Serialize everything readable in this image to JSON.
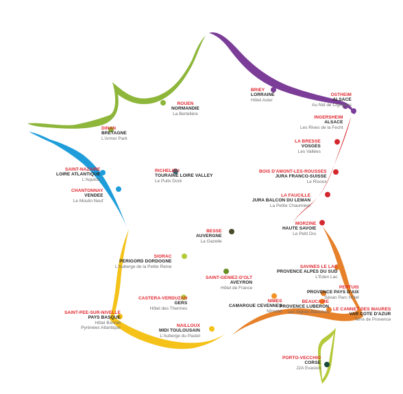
{
  "colors": {
    "green": "#8db63a",
    "purple": "#7b3d97",
    "blue": "#1f9ddb",
    "red": "#d4282f",
    "orange": "#e6812a",
    "yellow": "#f5c21a",
    "teal": "#2d6a78",
    "olive": "#6b8e23",
    "darkolive": "#4b4b2b",
    "bright_orange": "#f39324",
    "yellowgreen": "#b5c93b"
  },
  "destinations": [
    {
      "id": "rouen",
      "town": "ROUEN",
      "region": "NORMANDIE",
      "hotel": "La Bertelière",
      "dot": "#8db63a"
    },
    {
      "id": "briey",
      "town": "BRIEY",
      "region": "LORRAINE",
      "hotel": "Hôtel Aster",
      "dot": "#7b3d97"
    },
    {
      "id": "ostheim",
      "town": "OSTHEIM",
      "region": "ALSACE",
      "hotel": "Au Nid de Cigognes",
      "dot": "#7b3d97"
    },
    {
      "id": "ingersheim",
      "town": "INGERSHEIM",
      "region": "ALSACE",
      "hotel": "Les Rives de la Fecht",
      "dot": "#7b3d97"
    },
    {
      "id": "dinan",
      "town": "DINAN",
      "region": "BRETAGNE",
      "hotel": "L'Armor Park",
      "dot": "#8db63a"
    },
    {
      "id": "labresse",
      "town": "LA BRESSE",
      "region": "VOSGES",
      "hotel": "Les Vallées",
      "dot": "#d4282f"
    },
    {
      "id": "bois",
      "town": "BOIS D'AMONT-LES-ROUSSES",
      "region": "JURA FRANCO-SUISSE",
      "hotel": "Le Risoux",
      "dot": "#d4282f"
    },
    {
      "id": "saintnazaire",
      "town": "SAINT-NAZAIRE",
      "region": "LOIRE ATLANTIQUE",
      "hotel": "L'Aquilon",
      "dot": "#1f9ddb"
    },
    {
      "id": "richelieu",
      "town": "RICHELIEU",
      "region": "TOURAINE  LOIRE VALLEY",
      "hotel": "Le Puits Doré",
      "dot": "#2d6a78"
    },
    {
      "id": "lafaucille",
      "town": "LA FAUCILLE",
      "region": "JURA BALCON DU LEMAN",
      "hotel": "La Petite Chaumière",
      "dot": "#d4282f"
    },
    {
      "id": "chantonnay",
      "town": "CHANTONNAY",
      "region": "VENDEE",
      "hotel": "Le Moulin Neuf",
      "dot": "#1f9ddb"
    },
    {
      "id": "morzine",
      "town": "MORZINE",
      "region": "HAUTE SAVOIE",
      "hotel": "Le Petit Dru",
      "dot": "#d4282f"
    },
    {
      "id": "besse",
      "town": "BESSE",
      "region": "AUVERGNE",
      "hotel": "La Gazelle",
      "dot": "#4b4b2b"
    },
    {
      "id": "siorac",
      "town": "SIORAC",
      "region": "PERIGORD DORDOGNE",
      "hotel": "L'Auberge de la Petite Reine",
      "dot": "#b5c93b"
    },
    {
      "id": "savines",
      "town": "SAVINES LE LAC",
      "region": "PROVENCE ALPES DU SUD",
      "hotel": "L'Eden Lac",
      "dot": "#e6812a"
    },
    {
      "id": "saintgeniez",
      "town": "SAINT-GENIEZ-D'OLT",
      "region": "AVEYRON",
      "hotel": "Hôtel de France",
      "dot": "#6b8e23"
    },
    {
      "id": "pertuis",
      "town": "PERTUIS",
      "region": "PROVENCE PAYS D'AIX",
      "hotel": "Sévan Parc Hôtel",
      "dot": "#e6812a"
    },
    {
      "id": "castera",
      "town": "CASTERA-VERDUZAN",
      "region": "GERS",
      "hotel": "Hôtel des Thermes",
      "dot": "#b5c93b"
    },
    {
      "id": "nimes",
      "town": "NIMES",
      "region": "CAMARGUE CEVENNES",
      "hotel": "Nîmotel",
      "dot": "#f39324"
    },
    {
      "id": "beaucaire",
      "town": "BEAUCAIRE",
      "region": "PROVENCE LUBERON",
      "hotel": "Les Vignes Blanches",
      "dot": "#f39324"
    },
    {
      "id": "lecannet",
      "town": "LE CANNET DES MAURES",
      "region": "VAR  COTE D'AZUR",
      "hotel": "Terre de Provence",
      "dot": "#e6812a"
    },
    {
      "id": "saintpee",
      "town": "SAINT-PEE-SUR-NIVELLE",
      "region": "PAYS BASQUE",
      "hotel": "Hôtel Bonnet",
      "hotel2": "Pyrénées Atlantique",
      "dot": "#f5c21a"
    },
    {
      "id": "nailloux",
      "town": "NAILLOUX",
      "region": "MIDI TOULOUSAIN",
      "hotel": "L'Auberge du Pastel",
      "dot": "#f5c21a"
    },
    {
      "id": "porto",
      "town": "PORTO-VECCHIO",
      "region": "CORSE",
      "hotel": "J2A Evasion",
      "dot": "#1b4b3a"
    }
  ]
}
